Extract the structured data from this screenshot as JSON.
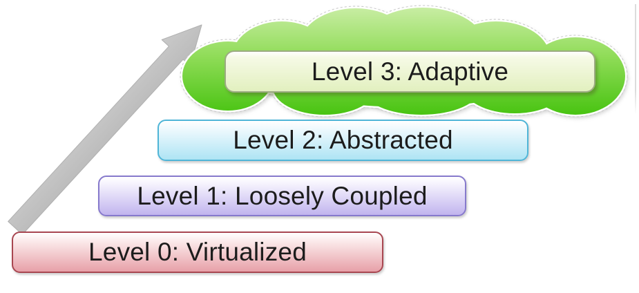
{
  "levels": [
    {
      "label": "Level 0: Virtualized",
      "border_color": "#a84650",
      "fill_top": "#fdf1f1",
      "fill_bottom": "#e7a0a8"
    },
    {
      "label": "Level 1: Loosely Coupled",
      "border_color": "#8679cc",
      "fill_top": "#f8f6fe",
      "fill_bottom": "#c1b4ee"
    },
    {
      "label": "Level 2: Abstracted",
      "border_color": "#4fb5d7",
      "fill_top": "#f4fbfe",
      "fill_bottom": "#aee4f4"
    },
    {
      "label": "Level 3: Adaptive",
      "border_color": "#9cab82",
      "fill_top": "#f6fae6",
      "fill_bottom": "#e2f0bf"
    }
  ],
  "cloud": {
    "fill_top": "#c9eda4",
    "fill_mid": "#90dc58",
    "fill_bottom": "#47c310",
    "outline_color": "#ffffff",
    "outer_dash_color": "#c8c8c8"
  },
  "arrow": {
    "direction": "up-right",
    "fill_light": "#fdfdfd",
    "fill_dark": "#b5b5b5",
    "edge_color": "#b0b0b0"
  },
  "misc": {
    "text_color": "#1c1c1c",
    "background_color": "#ffffff",
    "right_edge_line_color": "#dcdcdc"
  }
}
